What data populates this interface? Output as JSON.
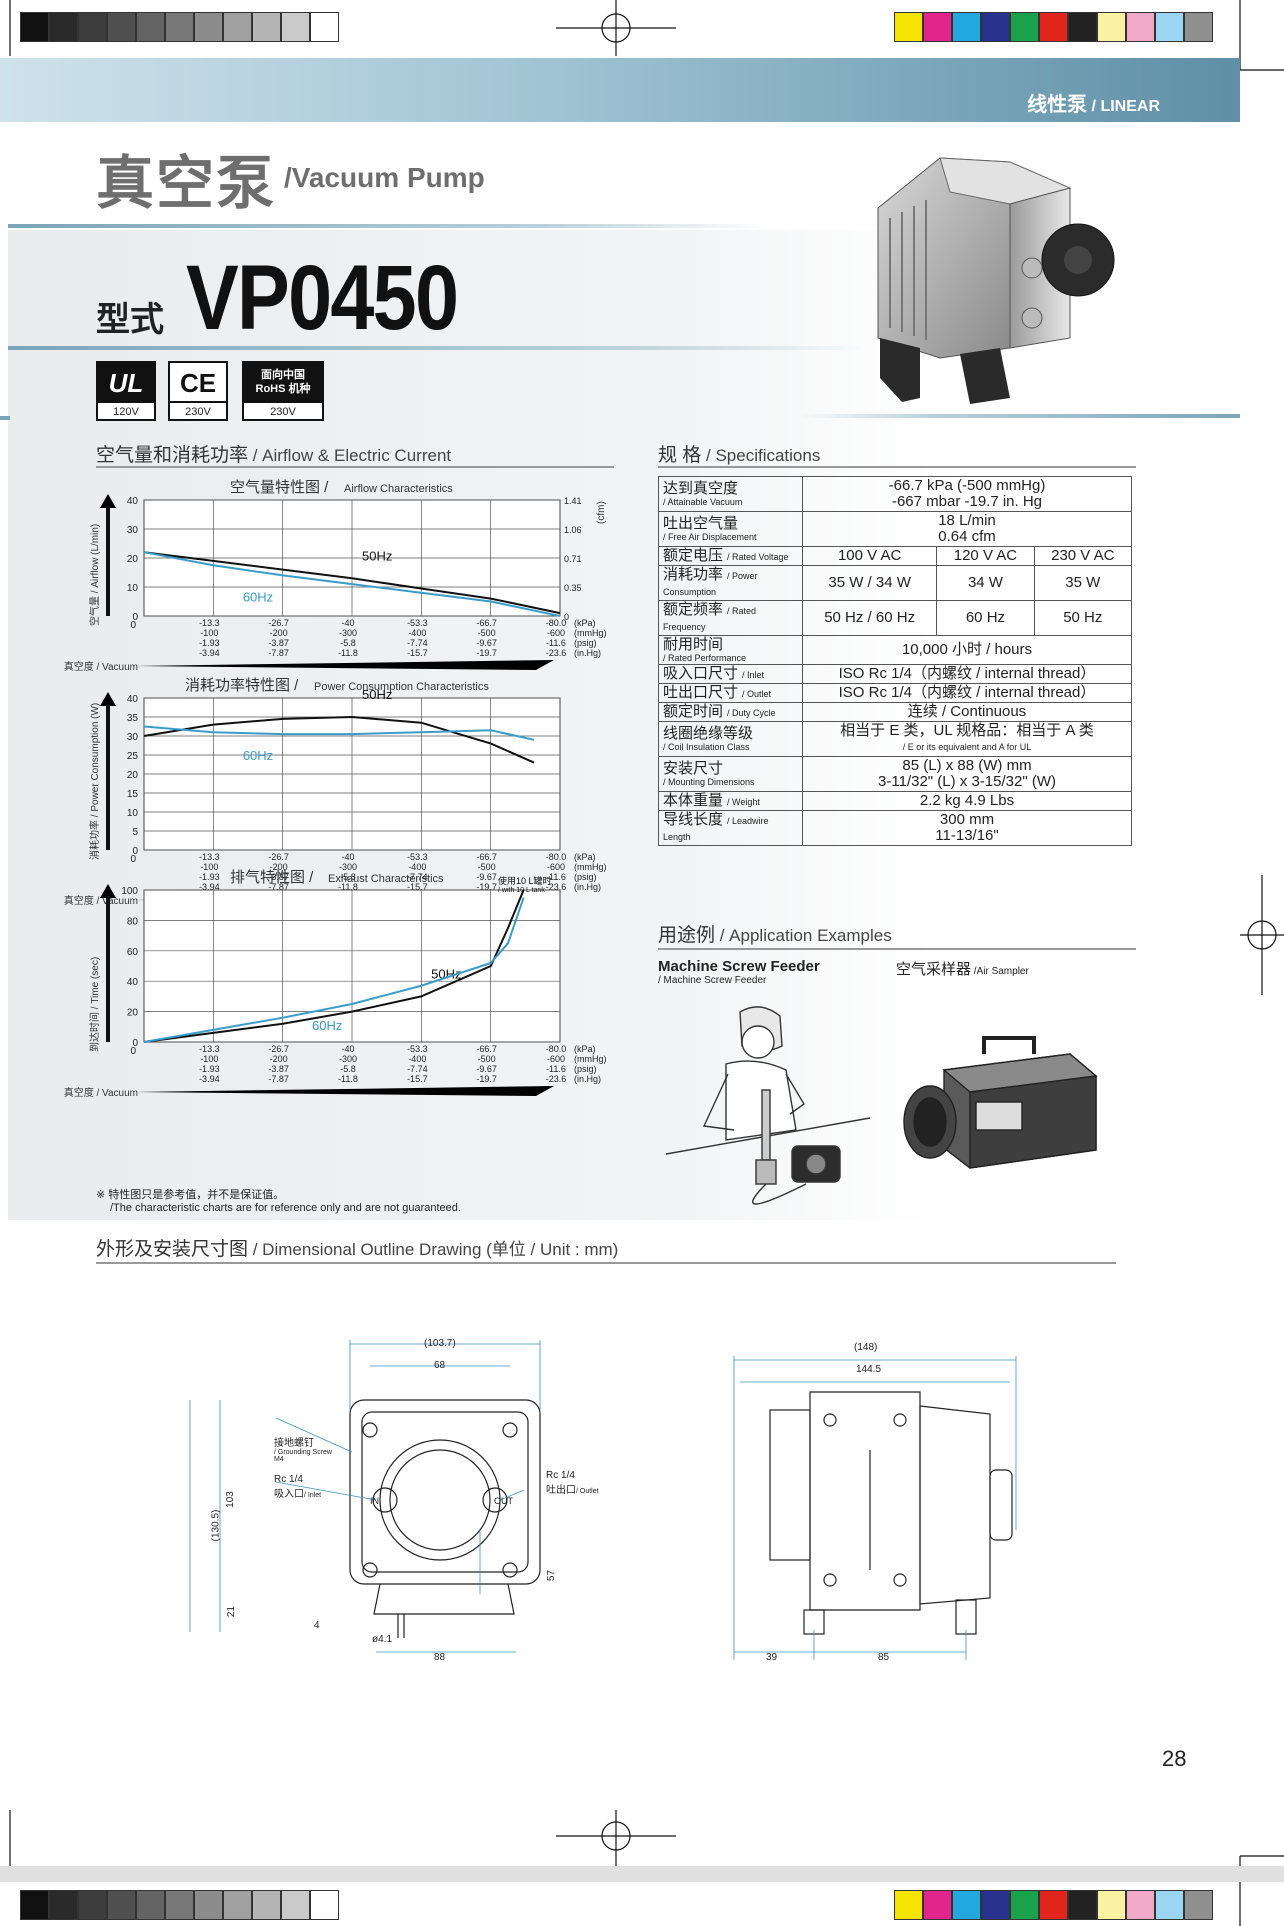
{
  "registration": {
    "gray_swatches": [
      "#111111",
      "#2a2a2a",
      "#3d3d3d",
      "#505050",
      "#646464",
      "#787878",
      "#8c8c8c",
      "#a0a0a0",
      "#b4b4b4",
      "#cacaca",
      "#ffffff"
    ],
    "color_swatches": [
      "#f5e400",
      "#e2258c",
      "#24a8e0",
      "#28338f",
      "#1aa24b",
      "#e2261d",
      "#222222",
      "#fbf3a3",
      "#f0a9c8",
      "#9ad6f1",
      "#8f8f8f"
    ]
  },
  "header": {
    "category_zh": "线性泵",
    "category_en": " / LINEAR",
    "title_zh": "真空泵",
    "title_en": " /Vacuum Pump",
    "model_label": "型式",
    "model": "VP0450"
  },
  "certs": [
    {
      "mark": "UL",
      "voltage": "120V"
    },
    {
      "mark": "CE",
      "voltage": "230V"
    },
    {
      "mark": "面向中国\nRoHS 机种",
      "voltage": "230V"
    }
  ],
  "airflow_section": {
    "title_zh": "空气量和消耗功率",
    "title_en": " / Airflow & Electric Current"
  },
  "specs_section": {
    "title_zh": "规 格",
    "title_en": " / Specifications"
  },
  "specs": [
    {
      "zh": "达到真空度",
      "en": "/ Attainable Vacuum",
      "v1": "-66.7 kPa (-500 mmHg)",
      "v2": "-667 mbar   -19.7 in. Hg"
    },
    {
      "zh": "吐出空气量",
      "en": "/ Free Air Displacement",
      "v1": "18 L/min",
      "v2": "0.64 cfm"
    },
    {
      "zh": "额定电压",
      "en": "/ Rated Voltage",
      "c1": "100 V AC",
      "c2": "120 V AC",
      "c3": "230 V AC"
    },
    {
      "zh": "消耗功率",
      "en": "/ Power Consumption",
      "c1": "35 W / 34 W",
      "c2": "34 W",
      "c3": "35 W"
    },
    {
      "zh": "额定频率",
      "en": "/ Rated Frequency",
      "c1": "50 Hz / 60 Hz",
      "c2": "60 Hz",
      "c3": "50 Hz"
    },
    {
      "zh": "耐用时间",
      "en": "/ Rated Performance",
      "v1": "10,000 小时 / hours"
    },
    {
      "zh": "吸入口尺寸",
      "en": "/ Inlet",
      "v1": "ISO Rc 1/4（内螺纹 / internal thread）"
    },
    {
      "zh": "吐出口尺寸",
      "en": "/ Outlet",
      "v1": "ISO Rc 1/4（内螺纹 / internal thread）"
    },
    {
      "zh": "额定时间",
      "en": "/ Duty Cycle",
      "v1": "连续 / Continuous"
    },
    {
      "zh": "线圈绝缘等级",
      "en": "/ Coil Insulation Class",
      "v1": "相当于 E 类，UL 规格品：相当于 A 类",
      "v2": "/ E or its equivalent and A for UL"
    },
    {
      "zh": "安装尺寸",
      "en": "/ Mounting Dimensions",
      "v1": "85 (L) x 88 (W) mm",
      "v2": "3-11/32\" (L) x 3-15/32\" (W)"
    },
    {
      "zh": "本体重量",
      "en": "/ Weight",
      "v1": "2.2 kg   4.9 Lbs"
    },
    {
      "zh": "导线长度",
      "en": "/ Leadwire Length",
      "v1": "300 mm",
      "v2": "11-13/16\""
    }
  ],
  "application_section": {
    "title_zh": "用途例",
    "title_en": " / Application Examples"
  },
  "applications": [
    {
      "zh": "Machine Screw Feeder",
      "en": "/ Machine Screw Feeder"
    },
    {
      "zh": "空气采样器",
      "en": " /Air Sampler"
    }
  ],
  "x_ticks": {
    "kpa": [
      "-13.3",
      "-26.7",
      "-40",
      "-53.3",
      "-66.7",
      "-80.0"
    ],
    "mmhg": [
      "-100",
      "-200",
      "-300",
      "-400",
      "-500",
      "-600"
    ],
    "psig": [
      "-1.93",
      "-3.87",
      "-5.8",
      "-7.74",
      "-9.67",
      "-11.6"
    ],
    "inhg": [
      "-3.94",
      "-7.87",
      "-11.8",
      "-15.7",
      "-19.7",
      "-23.6"
    ],
    "units": [
      "(kPa)",
      "(mmHg)",
      "(psig)",
      "(in.Hg)"
    ],
    "vacuum_label": "真空度 / Vacuum"
  },
  "chart_data": [
    {
      "type": "line",
      "title": "空气量特性图 / Airflow Characteristics",
      "ylabel": "空气量 / Airflow (L/min)",
      "y2label": "(cfm)",
      "ylim": [
        0,
        40
      ],
      "yticks": [
        0,
        10,
        20,
        30,
        40
      ],
      "y2ticks": [
        "0",
        "0.35",
        "0.71",
        "1.06",
        "1.41"
      ],
      "x": [
        0,
        -13.3,
        -26.7,
        -40,
        -53.3,
        -66.7,
        -80.0
      ],
      "series": [
        {
          "name": "50Hz",
          "color": "#111111",
          "values": [
            22,
            19,
            16,
            13,
            9.5,
            6,
            1
          ]
        },
        {
          "name": "60Hz",
          "color": "#3a9cc8",
          "values": [
            22,
            17.5,
            14,
            11,
            8,
            5,
            0
          ]
        }
      ]
    },
    {
      "type": "line",
      "title": "消耗功率特性图 / Power Consumption Characteristics",
      "ylabel": "消耗功率 / Power Consumption (W)",
      "ylim": [
        0,
        40
      ],
      "yticks": [
        0,
        5,
        10,
        15,
        20,
        25,
        30,
        35,
        40
      ],
      "x": [
        0,
        -13.3,
        -26.7,
        -40,
        -53.3,
        -66.7,
        -75
      ],
      "series": [
        {
          "name": "50Hz",
          "color": "#111111",
          "values": [
            30,
            33,
            34.5,
            35,
            33.5,
            28,
            23
          ]
        },
        {
          "name": "60Hz",
          "color": "#3a9cc8",
          "values": [
            32.5,
            31,
            30.5,
            30.5,
            31,
            31.5,
            29
          ]
        }
      ]
    },
    {
      "type": "line",
      "title": "排气特性图 / Exhaust Characteristics",
      "ylabel": "到达时间 / Time (sec)",
      "ylim": [
        0,
        100
      ],
      "yticks": [
        0,
        20,
        40,
        60,
        80,
        100
      ],
      "annotation": "使用10 L罐时 / with 10 L tank",
      "x": [
        0,
        -13.3,
        -26.7,
        -40,
        -53.3,
        -66.7,
        -70,
        -73
      ],
      "series": [
        {
          "name": "50Hz",
          "color": "#111111",
          "values": [
            0,
            6,
            12,
            20,
            30,
            50,
            75,
            100
          ]
        },
        {
          "name": "60Hz",
          "color": "#3a9cc8",
          "values": [
            0,
            8,
            16,
            25,
            37,
            52,
            65,
            95
          ]
        }
      ]
    }
  ],
  "footnote": {
    "zh": "※ 特性图只是参考值，并不是保证值。",
    "en": "/The characteristic charts are for reference only and are not guaranteed."
  },
  "drawing_section": {
    "title_zh": "外形及安装尺寸图",
    "title_en": " / Dimensional Outline Drawing",
    "unit": " (单位 / Unit : mm)"
  },
  "drawing": {
    "front": {
      "w_total": "(103.7)",
      "w_bolt": "68",
      "h_total": "(130.5)",
      "h_body": "103",
      "h_foot": "21",
      "foot_gap": "4",
      "h_port": "57",
      "hole": "ø4.1",
      "base": "88",
      "ground_zh": "接地螺钉",
      "ground_en": "/ Grounding Screw M4",
      "inlet_rc": "Rc 1/4",
      "inlet_zh": "吸入口",
      "inlet_en": "/ Inlet",
      "outlet_rc": "Rc 1/4",
      "outlet_zh": "吐出口",
      "outlet_en": "/ Outlet",
      "in_mark": "IN",
      "out_mark": "OUT"
    },
    "side": {
      "w_total": "(148)",
      "w_body": "144.5",
      "d1": "39",
      "d2": "85"
    }
  },
  "page_number": "28"
}
